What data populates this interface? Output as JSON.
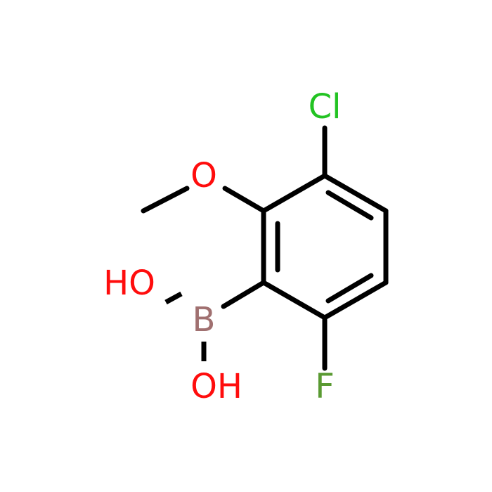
{
  "molecule": {
    "atoms": {
      "chlorine": {
        "label": "Cl",
        "color": "#22c322"
      },
      "oxygen_methoxy": {
        "label": "O",
        "color": "#ff0d0d"
      },
      "hydroxyl_top": {
        "label": "HO",
        "color": "#ff0d0d"
      },
      "boron": {
        "label": "B",
        "color": "#a07070"
      },
      "hydroxyl_bottom": {
        "label": "OH",
        "color": "#ff0d0d"
      },
      "fluorine": {
        "label": "F",
        "color": "#5a9a32"
      }
    }
  }
}
